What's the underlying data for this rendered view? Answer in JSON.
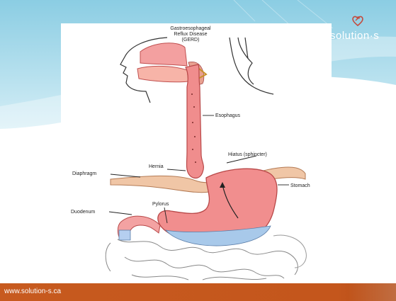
{
  "brand": {
    "logo_text": "solution·s",
    "logo_icon": "heart-arrow-icon",
    "footer_url": "www.solution-s.ca"
  },
  "diagram": {
    "title_lines": [
      "Gastroesophageal",
      "Reflux Disease",
      "(GERD)"
    ],
    "labels": {
      "esophagus": "Esophagus",
      "hiatus": "Hiatus (sphincter)",
      "hernia": "Hernia",
      "diaphragm": "Diaphragm",
      "stomach": "Stomach",
      "pylorus": "Pylorus",
      "duodenum": "Duodenum"
    }
  },
  "colors": {
    "sky_blue": "#8fd0e6",
    "light_blue": "#c8e9f3",
    "footer_orange": "#c75a1f",
    "tissue_pink": "#f08d8d",
    "tissue_dark": "#e06565",
    "acid_blue": "#a8c9ea",
    "diaphragm_tan": "#f0c6a6"
  }
}
